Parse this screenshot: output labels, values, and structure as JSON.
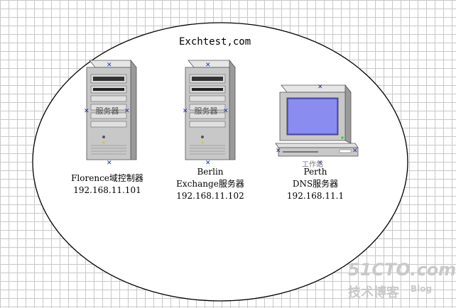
{
  "diagram": {
    "domain_label": "Exchtest,com",
    "nodes": [
      {
        "name_line": "Florence域控制器",
        "ip": "192.168.11.101",
        "overlay": "服务器",
        "icon": "server-tower-icon"
      },
      {
        "name_line1": "Berlin",
        "name_line2": "Exchange服务器",
        "ip": "192.168.11.102",
        "overlay": "服务器",
        "icon": "server-tower-icon"
      },
      {
        "name_line1": "Perth",
        "name_line2": "DNS服务器",
        "ip": "192.168.11.1",
        "overlay": "工作站",
        "icon": "workstation-icon"
      }
    ]
  },
  "watermark": {
    "line1": "51CTO.com",
    "line2": "技术博客",
    "line3": "Blog"
  },
  "colors": {
    "ellipse_stroke": "#000000",
    "handle": "#1a2fa8",
    "screen": "#5a5ae0"
  }
}
